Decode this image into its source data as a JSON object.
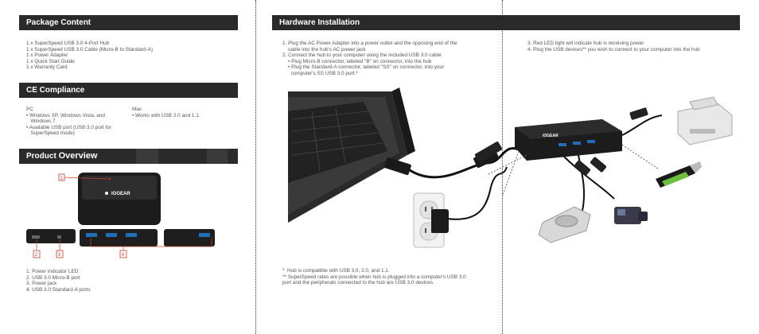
{
  "package": {
    "title": "Package Content",
    "items": [
      "1 x SuperSpeed USB 3.0 4-Port Hub",
      "1 x SuperSpeed USB 3.0 Cable (Micro-B to Standard-A)",
      "1 x Power Adapter",
      "1 x Quick Start Guide",
      "1 x Warranty Card"
    ]
  },
  "ce": {
    "title": "CE Compliance",
    "pc_label": "PC",
    "pc_items": [
      "• Windows XP, Windows Vista, and",
      "   Windows 7",
      "• Available USB port (USB 3.0 port for",
      "   SuperSpeed mode)"
    ],
    "mac_label": "Mac",
    "mac_items": [
      "• Works with USB 2.0 and 1.1"
    ]
  },
  "product": {
    "title_a": "Product ",
    "title_b": "Overview",
    "callouts": [
      "1",
      "2",
      "3",
      "4"
    ],
    "list": [
      "1. Power indicator LED",
      "2. USB 3.0 Micro-B port",
      "3. Power jack",
      "4. USB 3.0 Standard-A ports"
    ],
    "brand": "IOGEAR"
  },
  "hardware": {
    "title": "Hardware Installation",
    "steps_left": [
      "1. Plug the AC Power Adapter into a power outlet and the opposing end of the",
      "    cable into the hub's AC power jack",
      "2. Connect the hub to your computer using the included USB 3.0 cable",
      "    • Plug Micro-B connector, labeled \"B\" on connector, into the hub",
      "    • Plug the Standard-A connector, labeled \"SS\" on connector, into your",
      "      computer's SS USB 3.0 port.*"
    ],
    "steps_right": [
      "3. Red LED light will indicate hub is receiving power",
      "4. Plug the USB devices** you wish to connect to your computer into the hub"
    ],
    "footnotes": [
      "*  Hub is compatible with USB 3.0, 2.0, and 1.1.",
      "** SuperSpeed rates are possible when hub is plugged into a computer's USB 3.0",
      "port and the peripherals connected to the hub are USB 3.0 devices."
    ]
  },
  "colors": {
    "accent": "#d23c2a",
    "bar": "#2a2a2a",
    "device": "#1c1c1c"
  }
}
